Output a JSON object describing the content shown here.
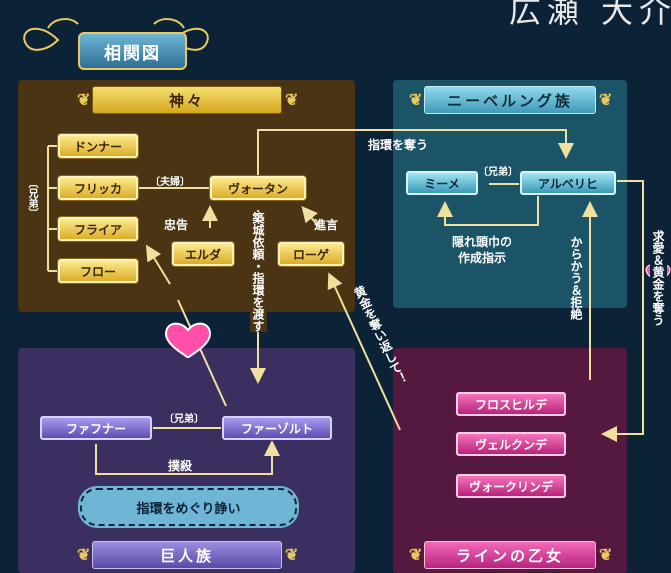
{
  "header": {
    "name": "広瀬 大介",
    "badge": "相関図"
  },
  "groups": {
    "gods": "神々",
    "niebelung": "ニーベルング族",
    "giants": "巨人族",
    "rhine": "ラインの乙女"
  },
  "nodes": {
    "donner": "ドンナー",
    "fricka": "フリッカ",
    "freia": "フライア",
    "froh": "フロー",
    "wotan": "ヴォータン",
    "erda": "エルダ",
    "loge": "ローゲ",
    "mime": "ミーメ",
    "alberich": "アルベリヒ",
    "fafner": "ファフナー",
    "fasolt": "ファーゾルト",
    "flosshilde": "フロスヒルデ",
    "wellgunde": "ヴェルクンデ",
    "woglinde": "ヴォークリンデ"
  },
  "edges": {
    "brothers_gods": "〔兄弟〕",
    "couple": "〔夫婦〕",
    "warning": "忠告",
    "advice": "進言",
    "castle": "築城依頼・指環を渡す",
    "steal_ring": "指環を奪う",
    "brothers_niebelung": "〔兄弟〕",
    "tarnhelm": "隠れ頭巾の\n作成指示",
    "tease": "からかう＆拒絶",
    "love_gold": "求愛＆黄金を奪う",
    "reclaim": "黄金を奪い返して！",
    "brothers_giants": "〔兄弟〕",
    "kill": "撲殺",
    "dispute": "指環をめぐり諍い"
  },
  "icons": {
    "heart": "heart-icon",
    "scroll": "scroll-ornament-icon"
  },
  "colors": {
    "background": "#0c2236",
    "gods": "#4a3413",
    "niebelung": "#1b5466",
    "giants": "#3b2f60",
    "rhine": "#55183e",
    "gold": "#e8c860",
    "heart": "#ff4fa8"
  }
}
